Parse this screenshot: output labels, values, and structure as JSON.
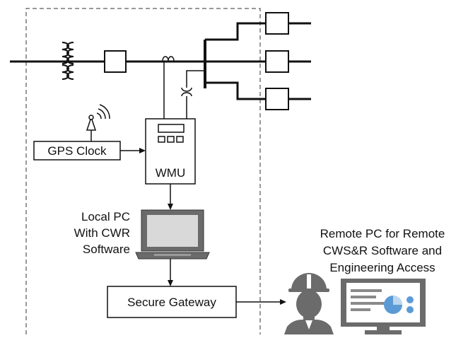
{
  "labels": {
    "gps_clock": "GPS Clock",
    "wmu": "WMU",
    "local_pc_line1": "Local PC",
    "local_pc_line2": "With CWR",
    "local_pc_line3": "Software",
    "secure_gateway": "Secure Gateway",
    "remote_pc_line1": "Remote PC for Remote",
    "remote_pc_line2": "CWS&R Software and",
    "remote_pc_line3": "Engineering Access"
  },
  "icons": {
    "gps": "gps-antenna-icon",
    "transformer": "transformer-icon",
    "current_transformer": "current-transformer-icon",
    "voltage_transformer": "voltage-transformer-icon",
    "laptop": "laptop-icon",
    "engineer": "engineer-icon",
    "monitor": "dashboard-monitor-icon"
  },
  "colors": {
    "line": "#111111",
    "person": "#6b6b6b",
    "monitor_frame": "#6b6b6b",
    "screen": "#ffffff",
    "chart_blue": "#5b9bd5",
    "screen_bars": "#8a8a8a",
    "laptop_screen": "#d9d9d9"
  }
}
